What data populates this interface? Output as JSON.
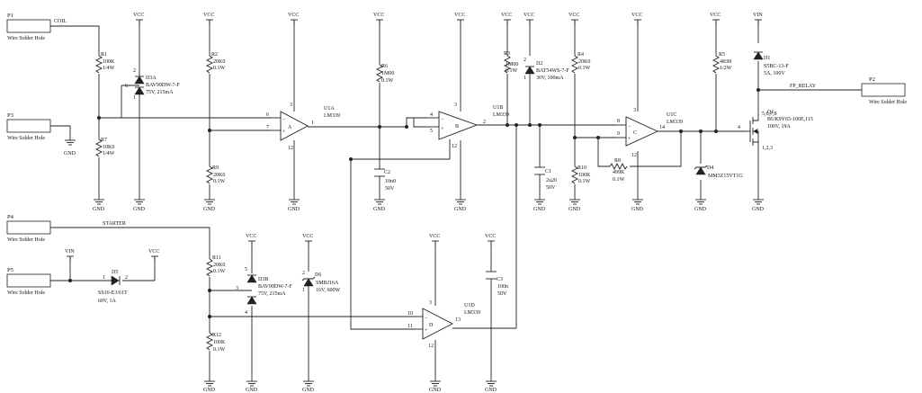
{
  "power": {
    "vcc": "VCC",
    "vin": "VIN",
    "gnd": "GND"
  },
  "nets": {
    "coil": "COIL",
    "starter": "STARTER",
    "fp_relay": "FP_RELAY"
  },
  "connectors": [
    {
      "ref": "P1",
      "label": "Wire Solder Hole"
    },
    {
      "ref": "P2",
      "label": "Wire Solder Hole"
    },
    {
      "ref": "P3",
      "label": "Wire Solder Hole"
    },
    {
      "ref": "P4",
      "label": "Wire Solder Hole"
    },
    {
      "ref": "P5",
      "label": "Wire Solder Hole"
    }
  ],
  "resistors": [
    {
      "ref": "R1",
      "value": "100K",
      "rating": "1/4W"
    },
    {
      "ref": "R2",
      "value": "20K0",
      "rating": "0.1W"
    },
    {
      "ref": "R3",
      "value": "1M00",
      "rating": "0.1W"
    },
    {
      "ref": "R4",
      "value": "20K0",
      "rating": "0.1W"
    },
    {
      "ref": "R5",
      "value": "4K99",
      "rating": "1/2W"
    },
    {
      "ref": "R6",
      "value": "1M00",
      "rating": "0.1W"
    },
    {
      "ref": "R7",
      "value": "10K0",
      "rating": "1/4W"
    },
    {
      "ref": "R8",
      "value": "499K",
      "rating": "0.1W"
    },
    {
      "ref": "R9",
      "value": "20K0",
      "rating": "0.1W"
    },
    {
      "ref": "R10",
      "value": "100K",
      "rating": "0.1W"
    },
    {
      "ref": "R11",
      "value": "20K0",
      "rating": "0.1W"
    },
    {
      "ref": "R12",
      "value": "100K",
      "rating": "0.1W"
    }
  ],
  "capacitors": [
    {
      "ref": "C1",
      "value": "2u20",
      "rating": "50V"
    },
    {
      "ref": "C2",
      "value": "10n0",
      "rating": "50V"
    },
    {
      "ref": "C3",
      "value": "100n",
      "rating": "50V"
    }
  ],
  "diodes": [
    {
      "ref": "D1",
      "part": "S5BC-13-F",
      "rating": "5A, 100V"
    },
    {
      "ref": "D2",
      "part": "BAT54WS-7-F",
      "rating": "30V, 100mA"
    },
    {
      "ref": "D3A",
      "part": "BAV99DW-7-F",
      "rating": "75V, 215mA"
    },
    {
      "ref": "D3B",
      "part": "BAV99DW-7-F",
      "rating": "75V, 215mA"
    },
    {
      "ref": "D4",
      "part": "MM3Z15VT1G",
      "rating": ""
    },
    {
      "ref": "D5",
      "part": "SS16-E3/61T",
      "rating": "60V, 1A"
    },
    {
      "ref": "D6",
      "part": "SMBJ16A",
      "rating": "16V, 600W"
    }
  ],
  "opamps": [
    {
      "ref": "U1A",
      "part": "LM339",
      "unit": "A"
    },
    {
      "ref": "U1B",
      "part": "LM339",
      "unit": "B"
    },
    {
      "ref": "U1C",
      "part": "LM339",
      "unit": "C"
    },
    {
      "ref": "U1D",
      "part": "LM339",
      "unit": "D"
    }
  ],
  "mosfet": {
    "ref": "Q1",
    "part": "BUK9Y65-100E,115",
    "rating": "100V, 19A"
  },
  "pins": {
    "u1a_in_minus": "6",
    "u1a_in_plus": "7",
    "u1a_out": "1",
    "u1a_v": "3",
    "u1a_g": "12",
    "u1b_in_minus": "4",
    "u1b_in_plus": "5",
    "u1b_out": "2",
    "u1b_v": "3",
    "u1b_g": "12",
    "u1c_in_minus": "8",
    "u1c_in_plus": "9",
    "u1c_out": "14",
    "u1c_v": "3",
    "u1c_g": "12",
    "u1d_in_minus": "10",
    "u1d_in_plus": "11",
    "u1d_out": "13",
    "u1d_v": "3",
    "u1d_g": "12",
    "d3a_a": "2",
    "d3a_k": "6",
    "d3a_b": "1",
    "d3b_a": "5",
    "d3b_k": "3",
    "d3b_b": "4",
    "d2_a": "1",
    "d2_k": "2",
    "d6_a": "2",
    "d6_k": "1",
    "d5_a": "1",
    "d5_k": "2",
    "q1_g": "4",
    "q1_d": "5,6,7,8",
    "q1_s": "1,2,3"
  }
}
